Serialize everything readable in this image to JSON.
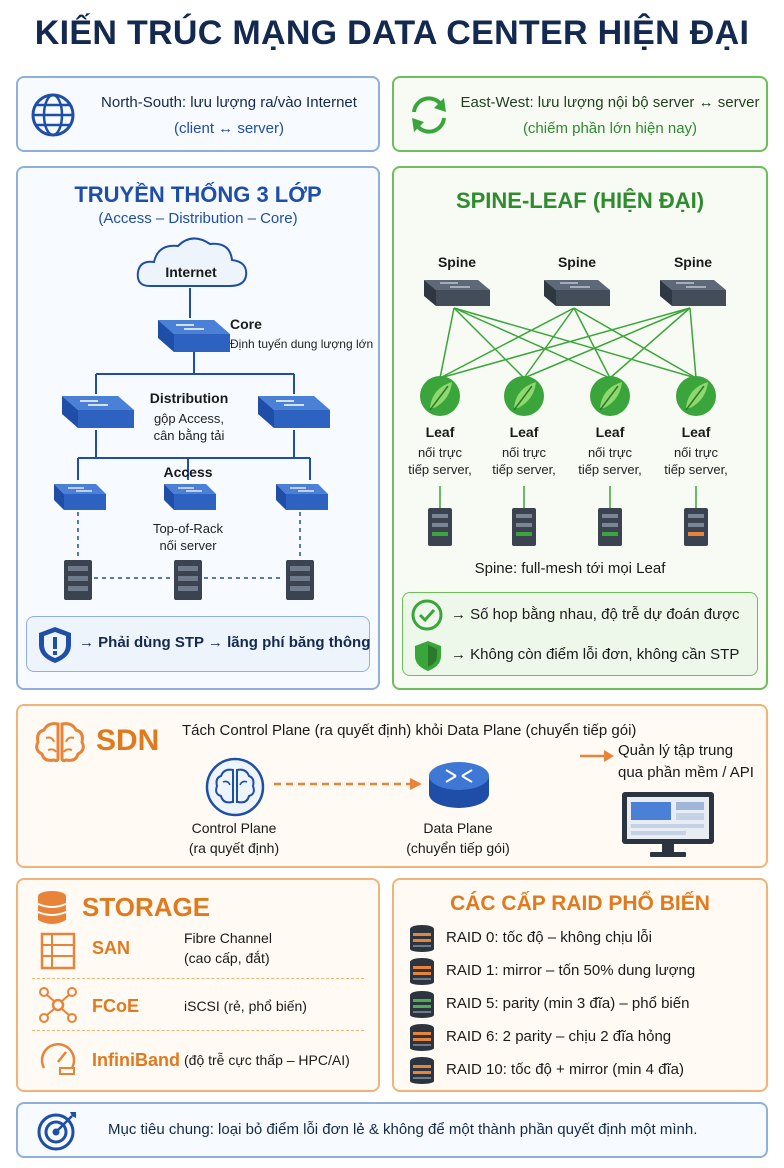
{
  "title": "KIẾN TRÚC MẠNG DATA CENTER HIỆN ĐẠI",
  "traffic": {
    "north_south": {
      "line1": "North-South: lưu lượng ra/vào Internet",
      "line2": "(client ↔ server)"
    },
    "east_west": {
      "line1": "East-West: lưu lượng nội bộ server ↔ server",
      "line2": "(chiếm phần lớn hiện nay)"
    }
  },
  "traditional": {
    "title": "TRUYỀN THỐNG 3 LỚP",
    "subtitle": "(Access – Distribution – Core)",
    "internet": "Internet",
    "core_label": "Core",
    "core_desc": "Định tuyến dung lượng lớn",
    "distribution_label": "Distribution",
    "distribution_desc1": "gộp Access,",
    "distribution_desc2": "cân bằng tải",
    "access_label": "Access",
    "access_desc1": "Top-of-Rack",
    "access_desc2": "nối server",
    "note": "→ Phải dùng STP → lãng phí băng thông"
  },
  "spine_leaf": {
    "title": "SPINE-LEAF (HIỆN ĐẠI)",
    "spines": [
      "Spine",
      "Spine",
      "Spine"
    ],
    "leaves": [
      {
        "label": "Leaf",
        "desc1": "nối trực",
        "desc2": "tiếp server,"
      },
      {
        "label": "Leaf",
        "desc1": "nối trực",
        "desc2": "tiếp server,"
      },
      {
        "label": "Leaf",
        "desc1": "nối trực",
        "desc2": "tiếp server,"
      },
      {
        "label": "Leaf",
        "desc1": "nối trực",
        "desc2": "tiếp server,"
      }
    ],
    "mesh_note": "Spine: full-mesh tới mọi Leaf",
    "benefit1": "→ Số hop bằng nhau, độ trễ dự đoán được",
    "benefit2": "→ Không còn điểm lỗi đơn, không cần STP"
  },
  "sdn": {
    "title": "SDN",
    "desc": "Tách Control Plane (ra quyết định) khỏi Data Plane (chuyển tiếp gói)",
    "control_label": "Control Plane",
    "control_desc": "(ra quyết định)",
    "data_label": "Data Plane",
    "data_desc": "(chuyển tiếp gói)",
    "mgmt_line1": "Quản lý tập trung",
    "mgmt_line2": "qua phần mềm / API"
  },
  "storage": {
    "title": "STORAGE",
    "items": [
      {
        "name": "SAN",
        "desc1": "Fibre Channel",
        "desc2": "(cao cấp, đắt)"
      },
      {
        "name": "FCoE",
        "desc1": "iSCSI (rẻ, phổ biến)",
        "desc2": ""
      },
      {
        "name": "InfiniBand",
        "desc1": "(độ trễ cực thấp – HPC/AI)",
        "desc2": ""
      }
    ]
  },
  "raid": {
    "title": "CÁC CẤP RAID PHỔ BIẾN",
    "items": [
      {
        "text": "RAID 0: tốc độ – không chịu lỗi",
        "color": "#e8843a"
      },
      {
        "text": "RAID 1: mirror – tốn 50% dung lượng",
        "color": "#e8843a"
      },
      {
        "text": "RAID 5: parity (min 3 đĩa) – phổ biến",
        "color": "#4caf50"
      },
      {
        "text": "RAID 6: 2 parity – chịu 2 đĩa hỏng",
        "color": "#e8843a"
      },
      {
        "text": "RAID 10: tốc độ + mirror (min 4 đĩa)",
        "color": "#e8843a"
      }
    ]
  },
  "goal": "Mục tiêu chung: loại bỏ điểm lỗi đơn lẻ & không để một thành phần quyết định một mình.",
  "colors": {
    "navy": "#13294f",
    "blue": "#1f4ea8",
    "green": "#2e8b2e",
    "orange": "#e07a1f"
  }
}
